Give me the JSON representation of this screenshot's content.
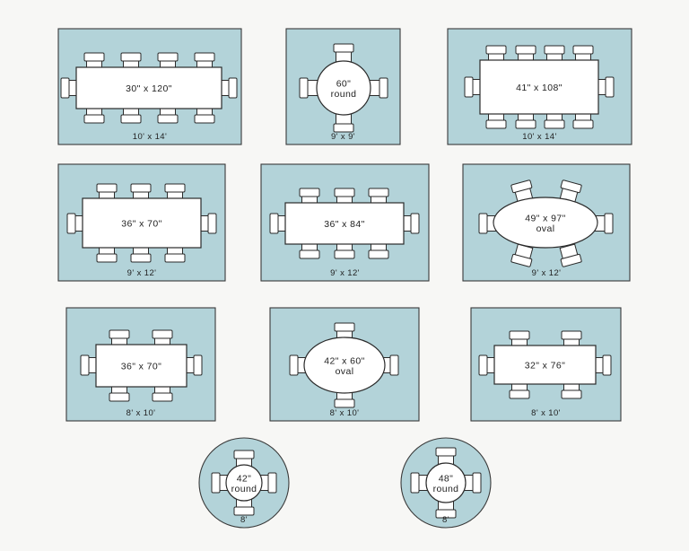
{
  "colors": {
    "background": "#f7f7f5",
    "rug": "#b3d3d9",
    "table": "#ffffff",
    "outline": "#2a2a2a"
  },
  "layouts": [
    {
      "table_lines": [
        "30\" x 120\""
      ],
      "rug_size": "10' x 14'",
      "table_shape": "rectangle",
      "rug_shape": "rectangle",
      "chairs": 10
    },
    {
      "table_lines": [
        "60\"",
        "round"
      ],
      "rug_size": "9' x 9'",
      "table_shape": "round",
      "rug_shape": "rectangle",
      "chairs": 4
    },
    {
      "table_lines": [
        "41\" x 108\""
      ],
      "rug_size": "10' x 14'",
      "table_shape": "rectangle",
      "rug_shape": "rectangle",
      "chairs": 10
    },
    {
      "table_lines": [
        "36\" x 70\""
      ],
      "rug_size": "9' x 12'",
      "table_shape": "rectangle",
      "rug_shape": "rectangle",
      "chairs": 8
    },
    {
      "table_lines": [
        "36\" x 84\""
      ],
      "rug_size": "9' x 12'",
      "table_shape": "rectangle",
      "rug_shape": "rectangle",
      "chairs": 8
    },
    {
      "table_lines": [
        "49\" x 97\"",
        "oval"
      ],
      "rug_size": "9' x 12'",
      "table_shape": "oval",
      "rug_shape": "rectangle",
      "chairs": 6
    },
    {
      "table_lines": [
        "36\" x 70\""
      ],
      "rug_size": "8' x 10'",
      "table_shape": "rectangle",
      "rug_shape": "rectangle",
      "chairs": 6
    },
    {
      "table_lines": [
        "42\" x 60\"",
        "oval"
      ],
      "rug_size": "8' x 10'",
      "table_shape": "oval",
      "rug_shape": "rectangle",
      "chairs": 4
    },
    {
      "table_lines": [
        "32\" x 76\""
      ],
      "rug_size": "8' x 10'",
      "table_shape": "rectangle",
      "rug_shape": "rectangle",
      "chairs": 6
    },
    {
      "table_lines": [
        "42\"",
        "round"
      ],
      "rug_size": "8'",
      "table_shape": "round",
      "rug_shape": "round",
      "chairs": 4
    },
    {
      "table_lines": [
        "48\"",
        "round"
      ],
      "rug_size": "8'",
      "table_shape": "round",
      "rug_shape": "round",
      "chairs": 4
    }
  ]
}
